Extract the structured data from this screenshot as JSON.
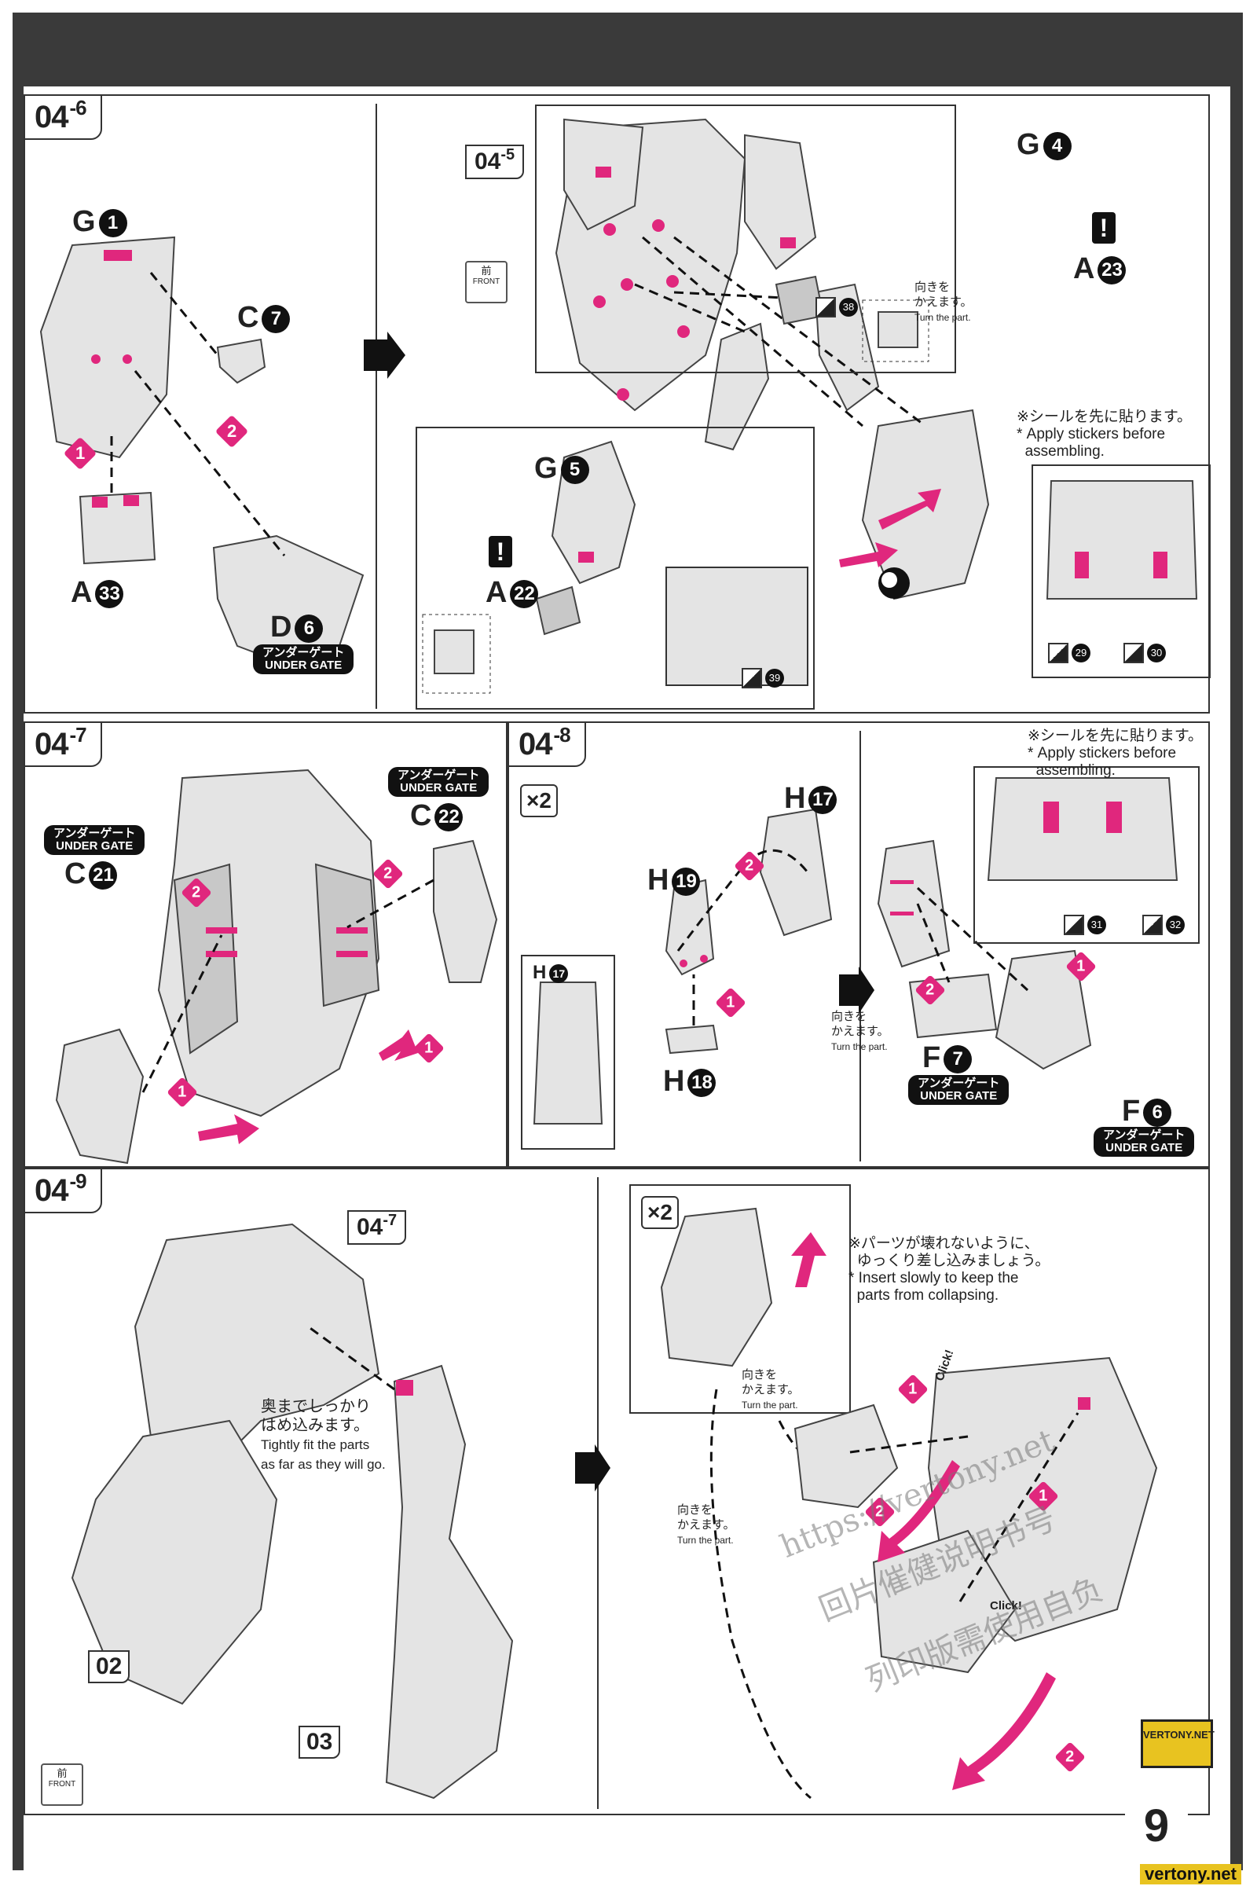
{
  "page": {
    "number": "9",
    "site": "vertony.net",
    "badge": "VERTONY.NET"
  },
  "steps": {
    "s046": {
      "step": "04",
      "sub": "-6",
      "parts": {
        "g1": {
          "letter": "G",
          "num": "1"
        },
        "c7": {
          "letter": "C",
          "num": "7"
        },
        "a33": {
          "letter": "A",
          "num": "33"
        },
        "d6": {
          "letter": "D",
          "num": "6"
        }
      },
      "order": {
        "first": "1",
        "second": "2"
      },
      "gate": {
        "jp": "アンダーゲート",
        "en": "UNDER GATE"
      }
    },
    "s045ref": {
      "ref": "04",
      "refsub": "-5",
      "front": {
        "jp": "前",
        "en": "FRONT"
      },
      "turn": {
        "jp1": "向きを",
        "jp2": "かえます。",
        "en": "Turn the part."
      },
      "stickers_note": {
        "jp": "※シールを先に貼ります。",
        "en1": "* Apply stickers before",
        "en2": "assembling."
      },
      "parts": {
        "g4": {
          "letter": "G",
          "num": "4"
        },
        "a23": {
          "letter": "A",
          "num": "23"
        },
        "g5": {
          "letter": "G",
          "num": "5"
        },
        "a22": {
          "letter": "A",
          "num": "22"
        }
      },
      "stickers": {
        "s38": "38",
        "s39": "39",
        "s29": "29",
        "s30": "30"
      },
      "excl": "!"
    },
    "s047": {
      "step": "04",
      "sub": "-7",
      "gate": {
        "jp": "アンダーゲート",
        "en": "UNDER GATE"
      },
      "parts": {
        "c21": {
          "letter": "C",
          "num": "21"
        },
        "c22": {
          "letter": "C",
          "num": "22"
        }
      },
      "order": {
        "first": "1",
        "second": "2"
      }
    },
    "s048": {
      "step": "04",
      "sub": "-8",
      "mult": "×2",
      "parts": {
        "h17": {
          "letter": "H",
          "num": "17"
        },
        "h19": {
          "letter": "H",
          "num": "19"
        },
        "h18": {
          "letter": "H",
          "num": "18"
        },
        "h17b": {
          "letter": "H",
          "num": "17"
        },
        "f7": {
          "letter": "F",
          "num": "7"
        },
        "f6": {
          "letter": "F",
          "num": "6"
        }
      },
      "turn": {
        "jp1": "向きを",
        "jp2": "かえます。",
        "en": "Turn the part."
      },
      "stickers_note": {
        "jp": "※シールを先に貼ります。",
        "en1": "* Apply stickers before",
        "en2": "assembling."
      },
      "stickers": {
        "s31": "31",
        "s32": "32"
      },
      "gate": {
        "jp": "アンダーゲート",
        "en": "UNDER GATE"
      },
      "order": {
        "first": "1",
        "second": "2"
      }
    },
    "s049": {
      "step": "04",
      "sub": "-9",
      "ref": "04",
      "refsub": "-7",
      "fit": {
        "jp1": "奥までしっかり",
        "jp2": "はめ込みます。",
        "en1": "Tightly fit the parts",
        "en2": "as far as they will go."
      },
      "parts": {
        "p02": "02",
        "p03": "03"
      },
      "front": {
        "jp": "前",
        "en": "FRONT"
      },
      "mult": "×2",
      "insert": {
        "jp1": "※パーツが壊れないように、",
        "jp2": "ゆっくり差し込みましょう。",
        "en1": "* Insert slowly to keep the",
        "en2": "parts from collapsing."
      },
      "turn": {
        "jp1": "向きを",
        "jp2": "かえます。",
        "en": "Turn the part."
      },
      "click": "Click!",
      "order": {
        "first": "1",
        "second": "2"
      }
    }
  },
  "watermarks": {
    "w1": "https://vertony.net",
    "w2": "回片催健说明书号",
    "w3": "列印版需使用自负"
  },
  "colors": {
    "accent": "#e0277d",
    "ink": "#111111",
    "part": "#e4e4e4",
    "frame": "#3a3a3a"
  }
}
